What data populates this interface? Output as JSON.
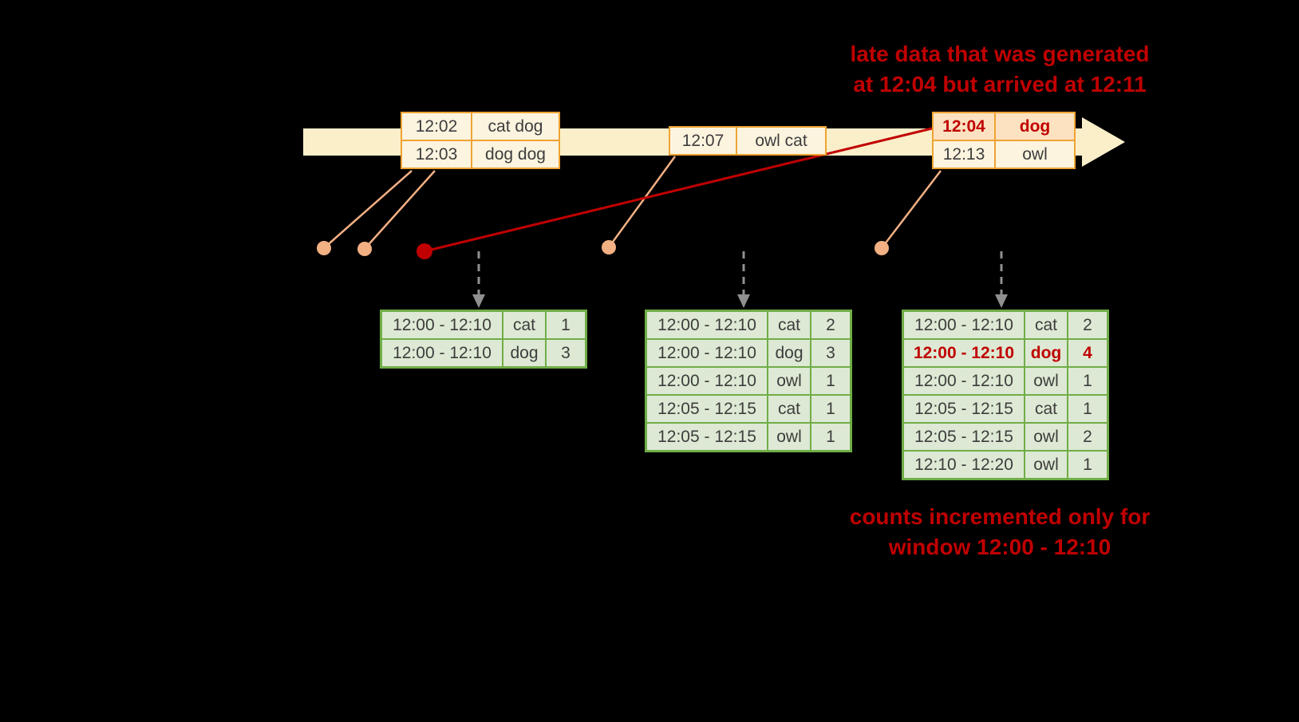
{
  "annotations": {
    "late_data": {
      "line1": "late data that was generated",
      "line2": "at 12:04 but arrived at 12:11"
    },
    "counts": {
      "line1": "counts incremented only for",
      "line2": "window 12:00 - 12:10"
    }
  },
  "timeline": {
    "event_tables": [
      {
        "rows": [
          {
            "time": "12:02",
            "words": "cat dog"
          },
          {
            "time": "12:03",
            "words": "dog dog"
          }
        ]
      },
      {
        "rows": [
          {
            "time": "12:07",
            "words": "owl cat"
          }
        ]
      },
      {
        "rows": [
          {
            "time": "12:04",
            "words": "dog",
            "late": true
          },
          {
            "time": "12:13",
            "words": "owl"
          }
        ]
      }
    ]
  },
  "result_tables": [
    {
      "rows": [
        {
          "window": "12:00 - 12:10",
          "word": "cat",
          "count": "1"
        },
        {
          "window": "12:00 - 12:10",
          "word": "dog",
          "count": "3"
        }
      ]
    },
    {
      "rows": [
        {
          "window": "12:00 - 12:10",
          "word": "cat",
          "count": "2"
        },
        {
          "window": "12:00 - 12:10",
          "word": "dog",
          "count": "3"
        },
        {
          "window": "12:00 - 12:10",
          "word": "owl",
          "count": "1"
        },
        {
          "window": "12:05 - 12:15",
          "word": "cat",
          "count": "1"
        },
        {
          "window": "12:05 - 12:15",
          "word": "owl",
          "count": "1"
        }
      ]
    },
    {
      "rows": [
        {
          "window": "12:00 - 12:10",
          "word": "cat",
          "count": "2"
        },
        {
          "window": "12:00 - 12:10",
          "word": "dog",
          "count": "4",
          "late": true
        },
        {
          "window": "12:00 - 12:10",
          "word": "owl",
          "count": "1"
        },
        {
          "window": "12:05 - 12:15",
          "word": "cat",
          "count": "1"
        },
        {
          "window": "12:05 - 12:15",
          "word": "owl",
          "count": "2"
        },
        {
          "window": "12:10 - 12:20",
          "word": "owl",
          "count": "1"
        }
      ]
    }
  ],
  "colors": {
    "background": "#000000",
    "timeline_fill": "#fbefca",
    "event_border": "#eea333",
    "event_fill": "#fdf4df",
    "late_event_fill": "#fce2c0",
    "late_red": "#c00000",
    "dot_salmon": "#f2b083",
    "trigger_arrow_gray": "#909090",
    "result_border": "#70ad47",
    "result_fill": "#dde9d4",
    "table_text": "#3d3d3d"
  }
}
